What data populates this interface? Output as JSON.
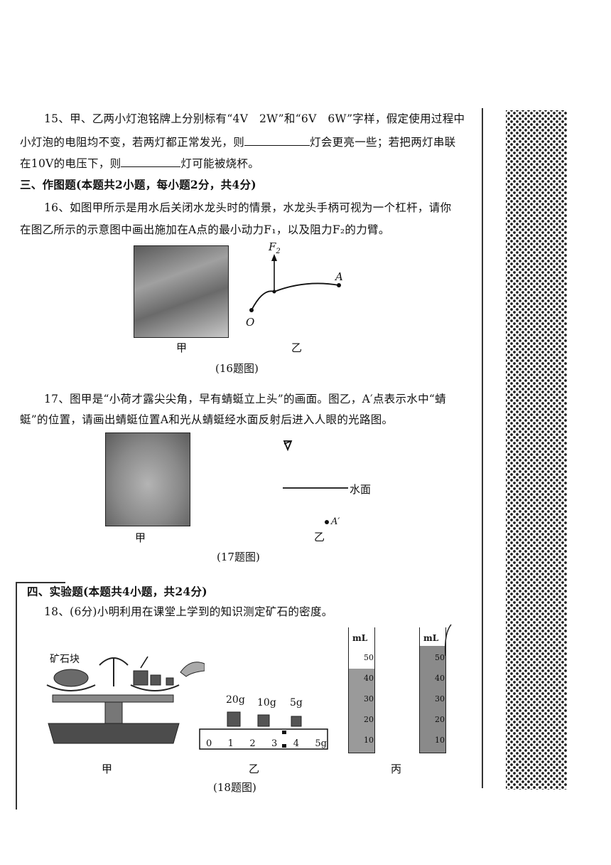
{
  "q15": {
    "line1": "15、甲、乙两小灯泡铭牌上分别标有“4V　2W”和“6V　6W”字样，假定使用过程中",
    "line2a": "小灯泡的电阻均不变，若两灯都正常发光，则",
    "line2b": "灯会更亮一些；若把两灯串联",
    "line3a": "在10V的电压下，则",
    "line3b": "灯可能被烧杯。"
  },
  "section3": {
    "title": "三、作图题(本题共2小题，每小题2分，共4分)"
  },
  "q16": {
    "line1": "16、如图甲所示是用水后关闭水龙头时的情景，水龙头手柄可视为一个杠杆，请你",
    "line2": "在图乙所示的示意图中画出施加在A点的最小动力F₁，以及阻力F₂的力臂。",
    "label_jia": "甲",
    "label_yi": "乙",
    "label_O": "O",
    "label_A": "A",
    "label_F2": "F",
    "label_F2_sub": "2",
    "caption": "(16题图)"
  },
  "q17": {
    "line1": "17、图甲是“小荷才露尖尖角，早有蜻蜓立上头”的画面。图乙，A′点表示水中“蜻",
    "line2": "蜓”的位置，请画出蜻蜓位置A和光从蜻蜓经水面反射后进入人眼的光路图。",
    "label_jia": "甲",
    "label_yi": "乙",
    "label_water": "水面",
    "label_Aprime": "A′",
    "caption": "(17题图)"
  },
  "section4": {
    "title": "四、实验题(本题共4小题，共24分)"
  },
  "q18": {
    "line1": "18、(6分)小明利用在课堂上学到的知识测定矿石的密度。",
    "label_ore": "矿石块",
    "weights": [
      "20g",
      "10g",
      "5g"
    ],
    "ruler_ticks": [
      "0",
      "1",
      "2",
      "3",
      "4",
      "5g"
    ],
    "cylinder_unit": "mL",
    "cylinder_ticks": [
      "50",
      "40",
      "30",
      "20",
      "10"
    ],
    "label_jia": "甲",
    "label_yi": "乙",
    "label_bing": "丙",
    "caption": "(18题图)"
  }
}
